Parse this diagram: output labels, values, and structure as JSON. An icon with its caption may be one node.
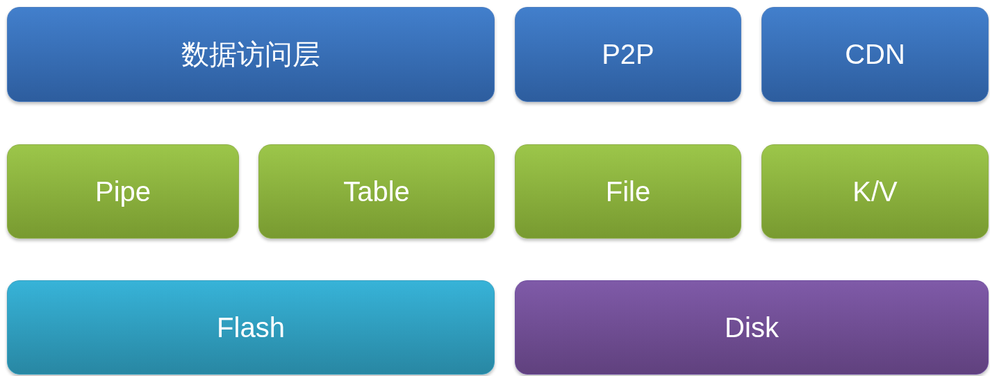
{
  "diagram": {
    "nodes": [
      {
        "text": [
          "数据访问层"
        ]
      },
      {
        "text": [
          "P2P"
        ]
      },
      {
        "text": [
          "CDN"
        ]
      },
      {
        "text": [
          "Pipe"
        ]
      },
      {
        "text": [
          "Table"
        ]
      },
      {
        "text": [
          "File"
        ]
      },
      {
        "text": [
          "K/V"
        ]
      },
      {
        "text": [
          "Flash"
        ]
      },
      {
        "text": [
          "Disk"
        ]
      }
    ]
  }
}
